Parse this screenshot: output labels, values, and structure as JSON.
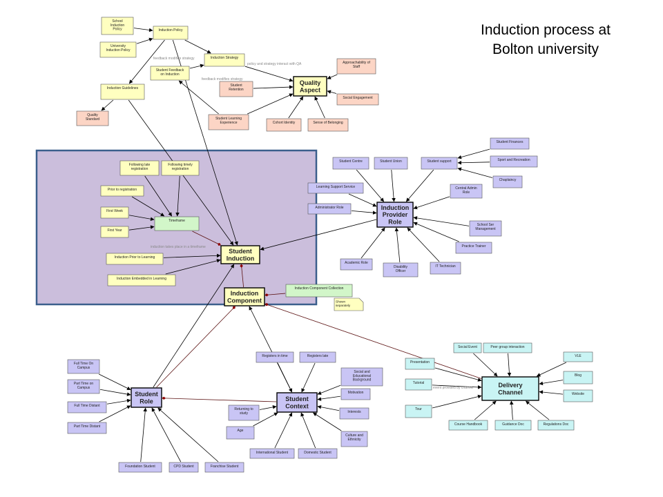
{
  "title": {
    "line1": "Induction process at",
    "line2": "Bolton university"
  },
  "colors": {
    "yellow": "#ffffc0",
    "salmon": "#fcd5c5",
    "lavender": "#c9c5f5",
    "green": "#d2f6c9",
    "cyan": "#c9f4f4",
    "region": "#cbbedc",
    "region_border": "#3b5f8c",
    "arrow": "#8b0000"
  },
  "nodes": {
    "school_induction_policy": "School Induction Policy",
    "university_induction_policy": "University Induction Policy",
    "induction_policy": "Induction Policy",
    "induction_strategy": "Induction Strategy",
    "student_feedback": "Student Feedback on Induction",
    "induction_guidelines": "Induction Guidelines",
    "quality_standard": "Quality Standard",
    "student_retention": "Student Retention",
    "quality_aspect": "Quality Aspect",
    "approachability": "Approachability of Staff",
    "social_engagement": "Social Engagement",
    "student_learning_experience": "Student Learning Experience",
    "cohort_identity": "Cohort Identity",
    "sense_of_belonging": "Sense of Belonging",
    "following_late": "Following late registration",
    "following_timely": "Following timely registration",
    "prior_to_registration": "Prior to registration",
    "first_week": "First Week",
    "first_year": "First Year",
    "timeframe": "Timeframe",
    "induction_prior": "Induction Prior to Learning",
    "induction_embedded": "Induction Embedded in Learning",
    "student_induction": "Student Induction",
    "induction_component": "Induction Component",
    "induction_component_collection": "Induction Component Collection",
    "shown_separately": "Shown separately",
    "student_finances": "Student Finances",
    "sport_recreation": "Sport and Recreation",
    "chaplaincy": "Chaplaincy",
    "student_centre": "Student Centre",
    "student_union": "Student Union",
    "student_support": "Student support",
    "learning_support": "Learning Support Service",
    "central_admin": "Central Admin Role",
    "administrator_role": "Administrator Role",
    "induction_provider_role": "Induction Provider Role",
    "school_ser_management": "School Ser Management",
    "practice_trainer": "Practice Trainer",
    "academic_role": "Academic Role",
    "disability_officer": "Disability Officer",
    "it_technician": "IT Technician",
    "social_event": "Social Event",
    "peer_group": "Peer group interaction",
    "vle": "VLE",
    "presentation": "Presentation",
    "blog": "Blog",
    "tutorial": "Tutorial",
    "delivery_channel": "Delivery Channel",
    "website": "Website",
    "tour": "Tour",
    "course_handbook": "Course Handbook",
    "guidance_doc": "Guidance Doc",
    "regulations_doc": "Regulations Doc",
    "full_time_on_campus": "Full Time On Campus",
    "part_time_on_campus": "Part Time on Campus",
    "full_time_distant": "Full Time Distant",
    "part_time_distant": "Part Time Distant",
    "student_role": "Student Role",
    "foundation_student": "Foundation Student",
    "cpd_student": "CPD Student",
    "franchise_student": "Franchise Student",
    "registers_in_time": "Registers in time",
    "registers_late": "Registers late",
    "social_educational_background": "Social and Educational Background",
    "motivation": "Motivation",
    "returning_to_study": "Returning to study",
    "student_context": "Student Context",
    "interests": "Interests",
    "age": "Age",
    "culture_ethnicity": "Culture and Ethnicity",
    "international_student": "International Student",
    "domestic_student": "Domestic Student"
  },
  "edge_labels": {
    "feedback_modifies_strategy_1": "feedback modifies strategy",
    "policy_strategy_qa": "policy and strategy interact with QA",
    "feedback_modifies_strategy_2": "feedback modifies strategy",
    "induction_takes_place": "induction takes place in a timeframe",
    "event_provided_by": "event provided by channel"
  }
}
